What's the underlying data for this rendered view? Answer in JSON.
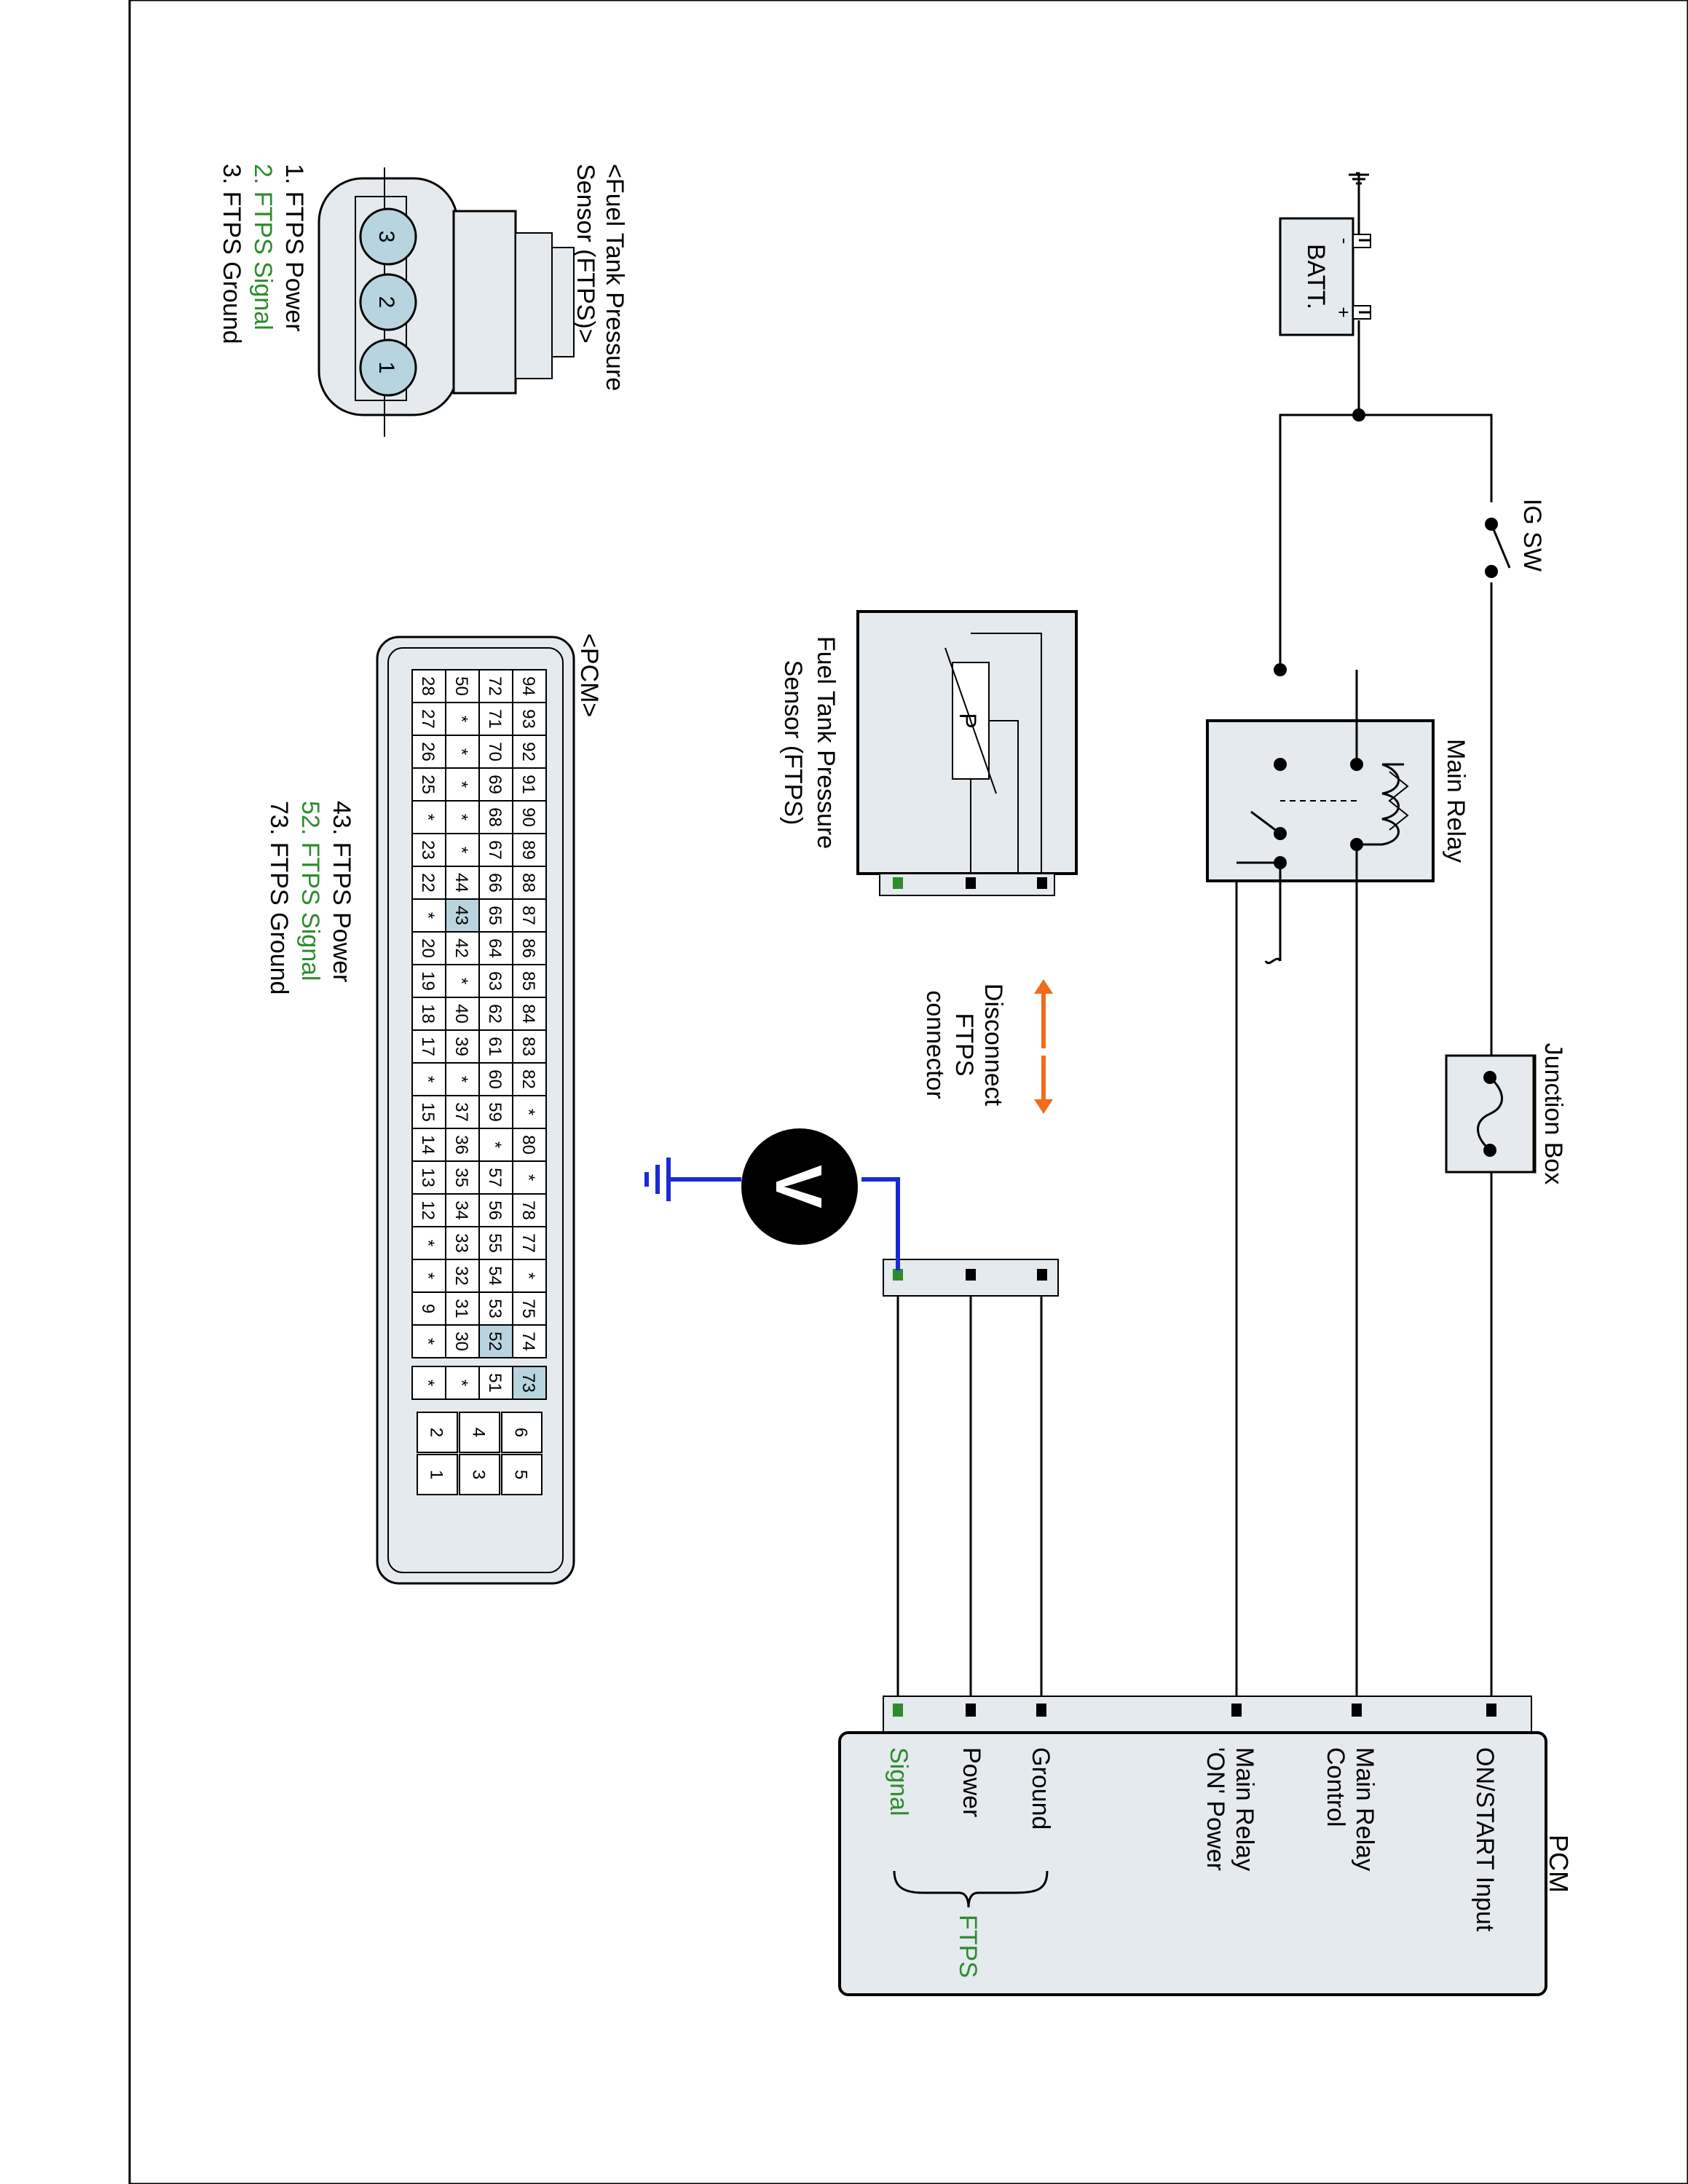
{
  "colors": {
    "line": "#000000",
    "green": "#2e8b2e",
    "blue": "#1a2bd6",
    "orange": "#f26a1b",
    "box_fill": "#e4eaed",
    "pin_highlight": "#b8d4de",
    "connector_pin_fill": "#b8d4de"
  },
  "battery": {
    "label": "BATT.",
    "minus": "-",
    "plus": "+"
  },
  "ig_switch": {
    "label": "IG SW"
  },
  "junction_box": {
    "label": "Junction Box"
  },
  "main_relay": {
    "label": "Main Relay"
  },
  "sensor": {
    "label_line1": "Fuel Tank Pressure",
    "label_line2": "Sensor (FTPS)",
    "symbol": "P"
  },
  "disconnect": {
    "line1": "Disconnect",
    "line2": "FTPS",
    "line3": "connector"
  },
  "voltmeter": {
    "symbol": "V"
  },
  "pcm": {
    "title": "PCM",
    "terminals": [
      {
        "label_line1": "ON/START Input",
        "label_line2": ""
      },
      {
        "label_line1": "Main Relay",
        "label_line2": "Control"
      },
      {
        "label_line1": "Main Relay",
        "label_line2": "'ON' Power"
      },
      {
        "label_line1": "Ground",
        "label_line2": ""
      },
      {
        "label_line1": "Power",
        "label_line2": ""
      },
      {
        "label_line1": "Signal",
        "label_line2": ""
      }
    ],
    "group_label": "FTPS"
  },
  "ftps_connector_view": {
    "title_line1": "<Fuel Tank Pressure",
    "title_line2": "Sensor (FTPS)>",
    "pins": [
      "3",
      "2",
      "1"
    ],
    "legend": [
      "1. FTPS Power",
      "2. FTPS Signal",
      "3. FTPS Ground"
    ]
  },
  "pcm_connector_view": {
    "title": "<PCM>",
    "rows": [
      [
        "94",
        "93",
        "92",
        "91",
        "90",
        "89",
        "88",
        "87",
        "86",
        "85",
        "84",
        "83",
        "82",
        "*",
        "80",
        "*",
        "78",
        "77",
        "*",
        "75",
        "74"
      ],
      [
        "72",
        "71",
        "70",
        "69",
        "68",
        "67",
        "66",
        "65",
        "64",
        "63",
        "62",
        "61",
        "60",
        "59",
        "*",
        "57",
        "56",
        "55",
        "54",
        "53",
        "52"
      ],
      [
        "50",
        "*",
        "*",
        "*",
        "*",
        "*",
        "44",
        "43",
        "42",
        "*",
        "40",
        "39",
        "*",
        "37",
        "36",
        "35",
        "34",
        "33",
        "32",
        "31",
        "30"
      ],
      [
        "28",
        "27",
        "26",
        "25",
        "*",
        "23",
        "22",
        "*",
        "20",
        "19",
        "18",
        "17",
        "*",
        "15",
        "14",
        "13",
        "12",
        "*",
        "*",
        "9",
        "*"
      ]
    ],
    "extra": [
      [
        "73"
      ],
      [
        "51"
      ],
      [
        "*"
      ],
      [
        "*"
      ]
    ],
    "small": [
      [
        "6",
        "5"
      ],
      [
        "4",
        "3"
      ],
      [
        "2",
        "1"
      ]
    ],
    "highlighted": [
      "43",
      "52",
      "73"
    ],
    "legend": [
      "43. FTPS Power",
      "52. FTPS Signal",
      "73. FTPS Ground"
    ]
  }
}
